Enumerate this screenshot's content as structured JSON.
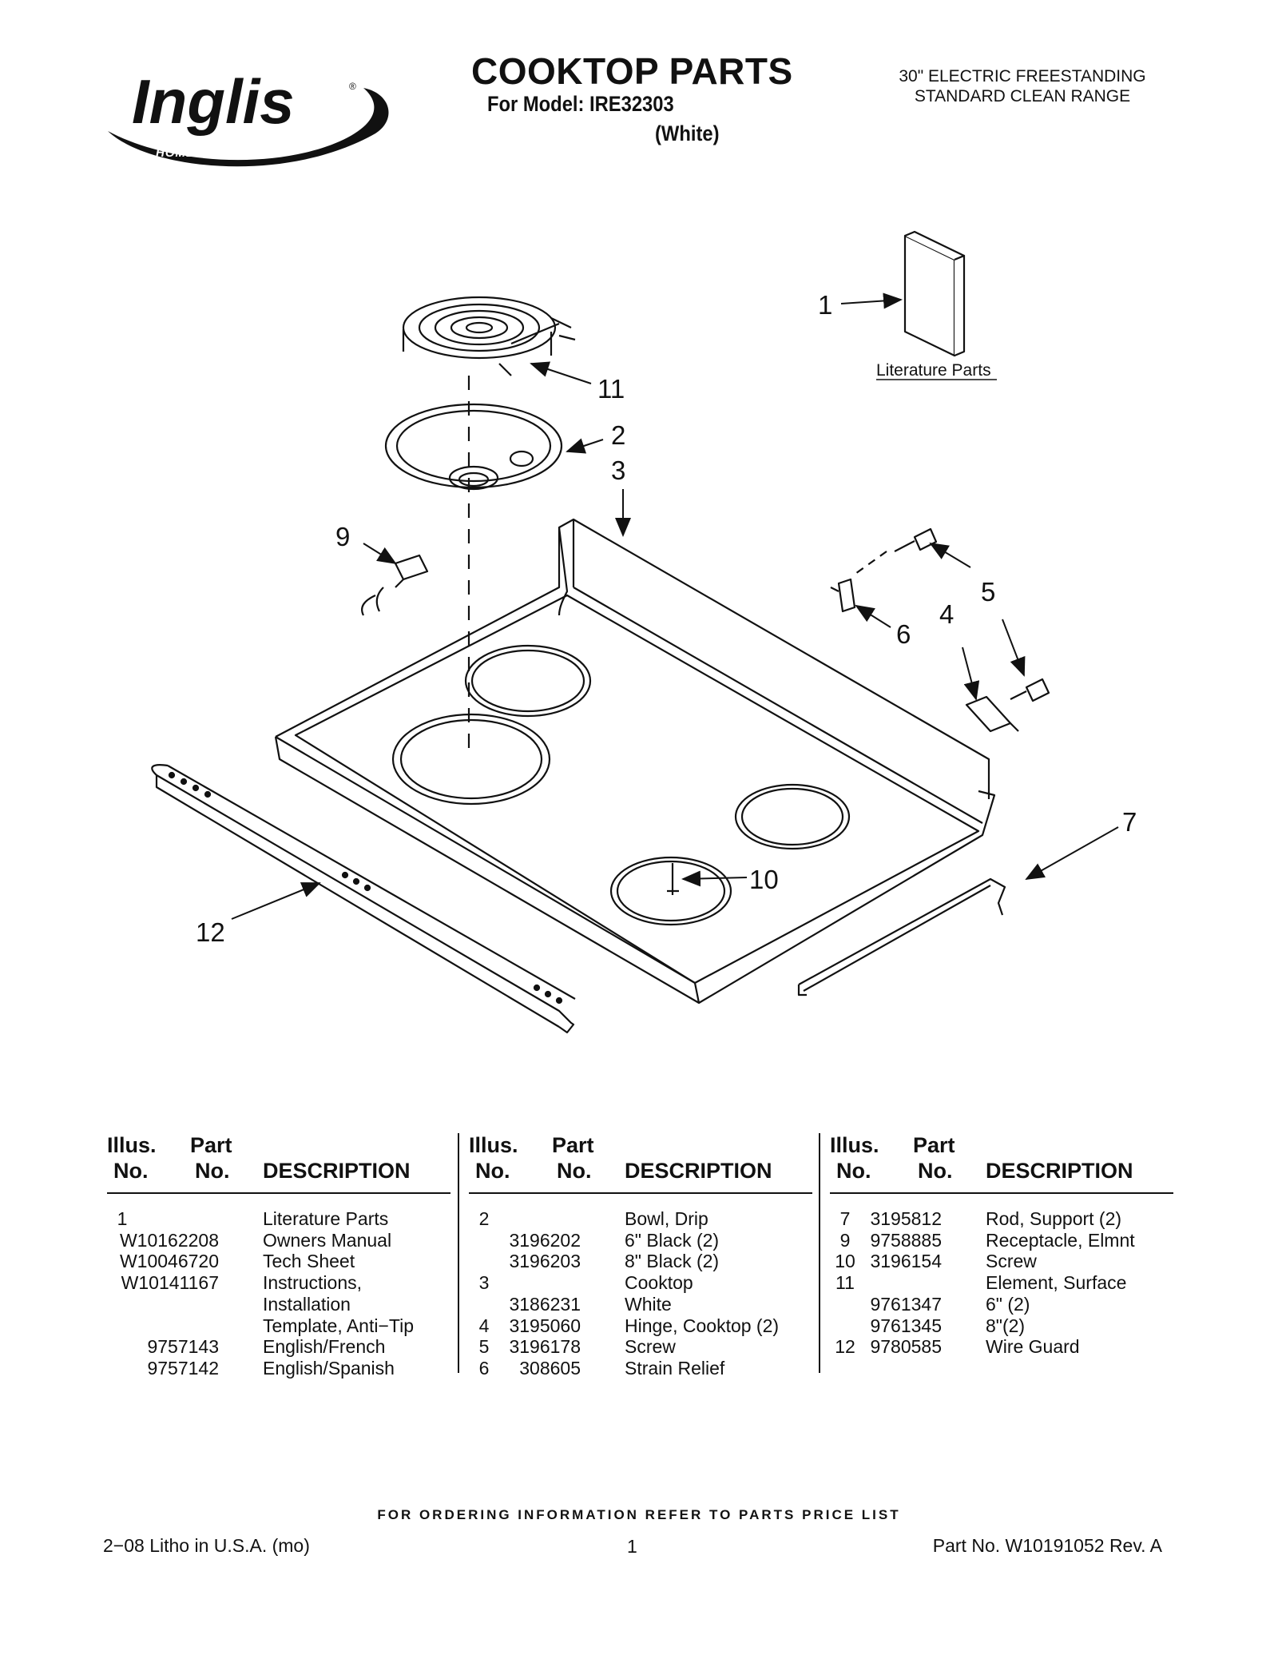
{
  "header": {
    "brand": "Inglis",
    "brand_tagline": "HOME APPLIANCES",
    "title": "COOKTOP PARTS",
    "model_line": "For Model: IRE32303",
    "color_line": "(White)",
    "subtitle_line1": "30\" ELECTRIC FREESTANDING",
    "subtitle_line2": "STANDARD CLEAN RANGE"
  },
  "diagram": {
    "callouts": [
      "1",
      "11",
      "2",
      "3",
      "9",
      "5",
      "6",
      "4",
      "7",
      "10",
      "12"
    ],
    "literature_label": "Literature Parts"
  },
  "table": {
    "headers": {
      "illus_top": "Illus.",
      "illus_bottom": "No.",
      "part_top": "Part",
      "part_bottom": "No.",
      "description": "DESCRIPTION"
    },
    "columns": [
      [
        {
          "illus": "1",
          "part": "",
          "desc": "Literature Parts"
        },
        {
          "illus": "",
          "part": "W10162208",
          "desc": "Owners Manual"
        },
        {
          "illus": "",
          "part": "W10046720",
          "desc": "Tech Sheet"
        },
        {
          "illus": "",
          "part": "W10141167",
          "desc": "Instructions,"
        },
        {
          "illus": "",
          "part": "",
          "desc": "Installation"
        },
        {
          "illus": "",
          "part": "",
          "desc": "Template, Anti−Tip"
        },
        {
          "illus": "",
          "part": "9757143",
          "desc": "English/French"
        },
        {
          "illus": "",
          "part": "9757142",
          "desc": "English/Spanish"
        }
      ],
      [
        {
          "illus": "2",
          "part": "",
          "desc": "Bowl, Drip"
        },
        {
          "illus": "",
          "part": "3196202",
          "desc": "6\" Black (2)"
        },
        {
          "illus": "",
          "part": "3196203",
          "desc": "8\" Black (2)"
        },
        {
          "illus": "3",
          "part": "",
          "desc": "Cooktop"
        },
        {
          "illus": "",
          "part": "3186231",
          "desc": "White"
        },
        {
          "illus": "4",
          "part": "3195060",
          "desc": "Hinge, Cooktop (2)"
        },
        {
          "illus": "5",
          "part": "3196178",
          "desc": "Screw"
        },
        {
          "illus": "6",
          "part": "308605",
          "desc": "Strain Relief"
        }
      ],
      [
        {
          "illus": "7",
          "part": "3195812",
          "desc": "Rod, Support (2)"
        },
        {
          "illus": "9",
          "part": "9758885",
          "desc": "Receptacle, Elmnt"
        },
        {
          "illus": "10",
          "part": "3196154",
          "desc": "Screw"
        },
        {
          "illus": "11",
          "part": "",
          "desc": "Element, Surface"
        },
        {
          "illus": "",
          "part": "9761347",
          "desc": "6\" (2)"
        },
        {
          "illus": "",
          "part": "9761345",
          "desc": "8\"(2)"
        },
        {
          "illus": "12",
          "part": "9780585",
          "desc": "Wire Guard"
        }
      ]
    ]
  },
  "footer": {
    "ordering_note": "FOR ORDERING INFORMATION REFER TO PARTS PRICE LIST",
    "litho": "2−08 Litho in U.S.A. (mo)",
    "page_number": "1",
    "part_number": "Part No. W10191052 Rev. A"
  }
}
